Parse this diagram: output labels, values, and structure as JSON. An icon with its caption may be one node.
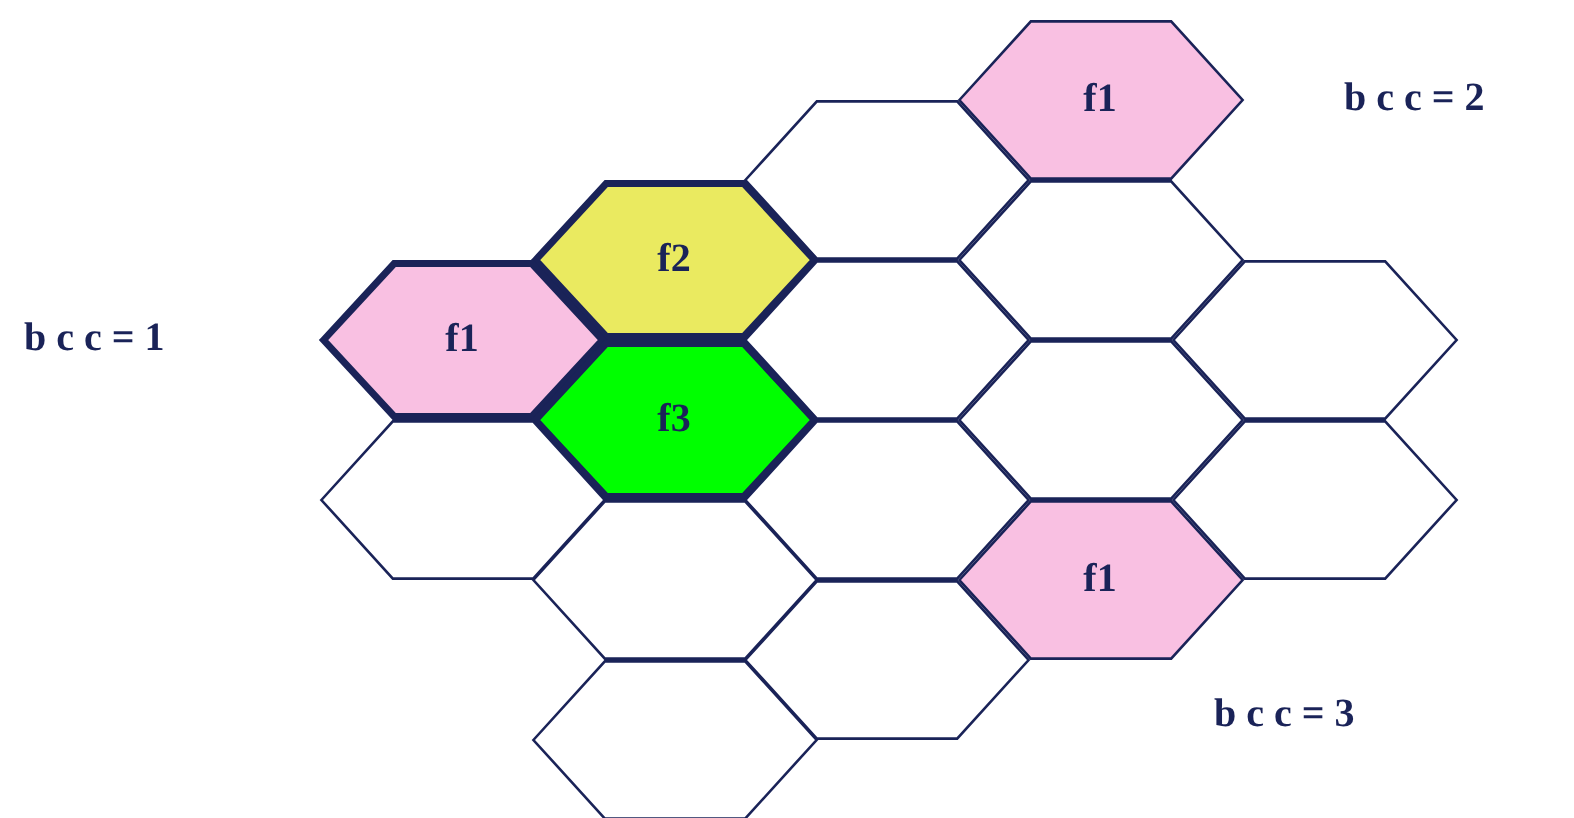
{
  "diagram": {
    "nodes": [
      {
        "text": [
          "f1"
        ]
      },
      {
        "text": [],
        "shape": "hexagon"
      },
      {
        "text": [
          "f2"
        ]
      },
      {
        "text": [],
        "shape": "hexagon"
      },
      {
        "text": [
          "f1"
        ]
      },
      {
        "text": [],
        "shape": "hexagon"
      },
      {
        "text": [],
        "shape": "hexagon"
      },
      {
        "text": [
          "f3"
        ]
      },
      {
        "text": [],
        "shape": "hexagon"
      },
      {
        "text": [],
        "shape": "hexagon"
      },
      {
        "text": [],
        "shape": "hexagon"
      },
      {
        "text": [],
        "shape": "hexagon"
      },
      {
        "text": [],
        "shape": "hexagon"
      },
      {
        "text": [
          "f1"
        ]
      },
      {
        "text": [],
        "shape": "hexagon"
      },
      {
        "text": [],
        "shape": "hexagon"
      }
    ],
    "labels": [
      "b c c = 2",
      "b c c = 1",
      "b c c = 3"
    ]
  }
}
